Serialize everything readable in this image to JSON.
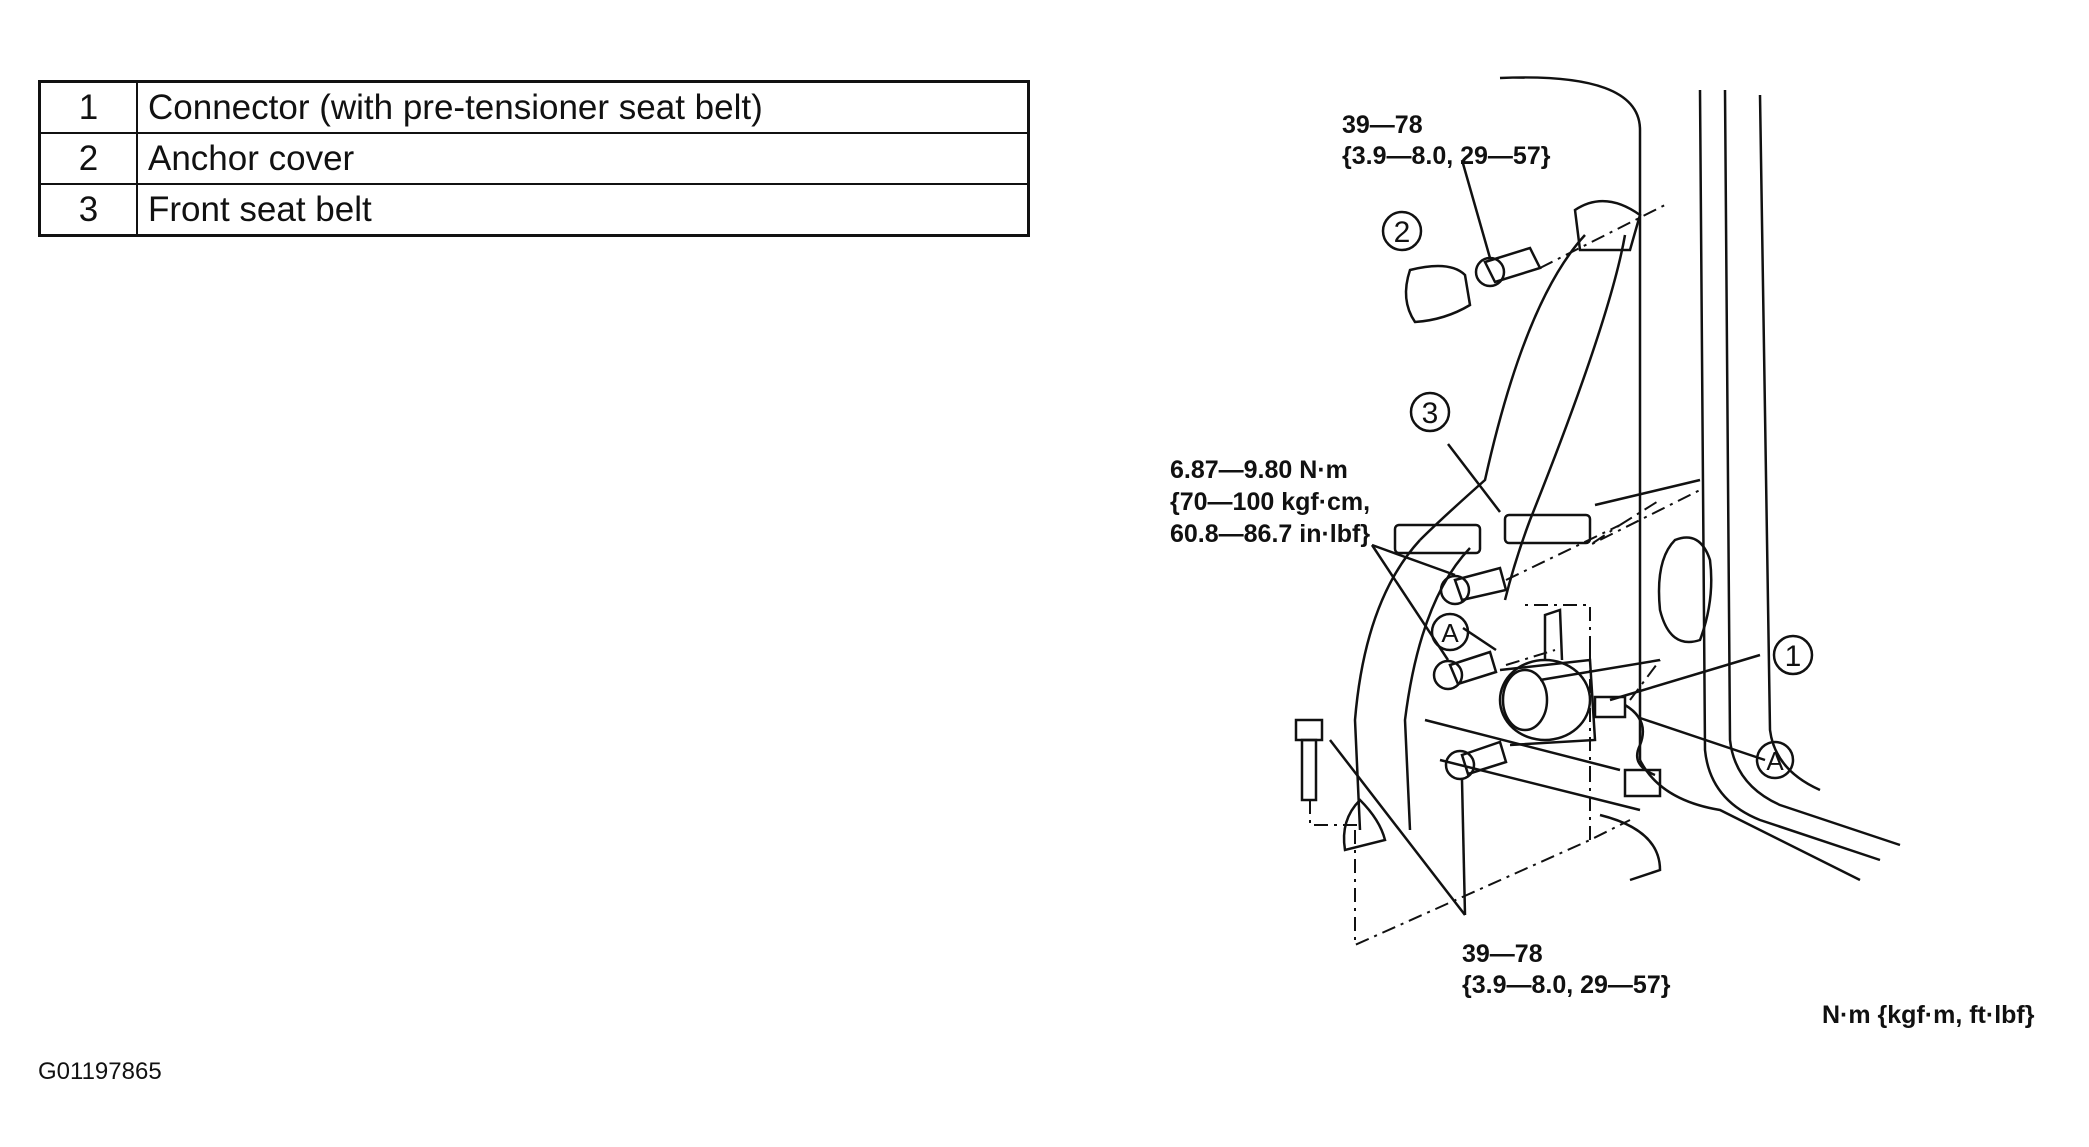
{
  "legend": {
    "rows": [
      {
        "num": "1",
        "label": "Connector (with pre-tensioner seat belt)"
      },
      {
        "num": "2",
        "label": "Anchor cover"
      },
      {
        "num": "3",
        "label": "Front seat belt"
      }
    ]
  },
  "figure_id": "G01197865",
  "torque_top": {
    "line1": "39—78",
    "line2": "{3.9—8.0, 29—57}"
  },
  "torque_mid": {
    "line1": "6.87—9.80 N·m",
    "line2": "{70—100 kgf·cm,",
    "line3": "60.8—86.7 in·lbf}"
  },
  "torque_bottom": {
    "line1": "39—78",
    "line2": "{3.9—8.0, 29—57}"
  },
  "units_note": "N·m {kgf·m, ft·lbf}",
  "callouts": {
    "c1": "1",
    "c2": "2",
    "c3": "3",
    "a": "A"
  }
}
